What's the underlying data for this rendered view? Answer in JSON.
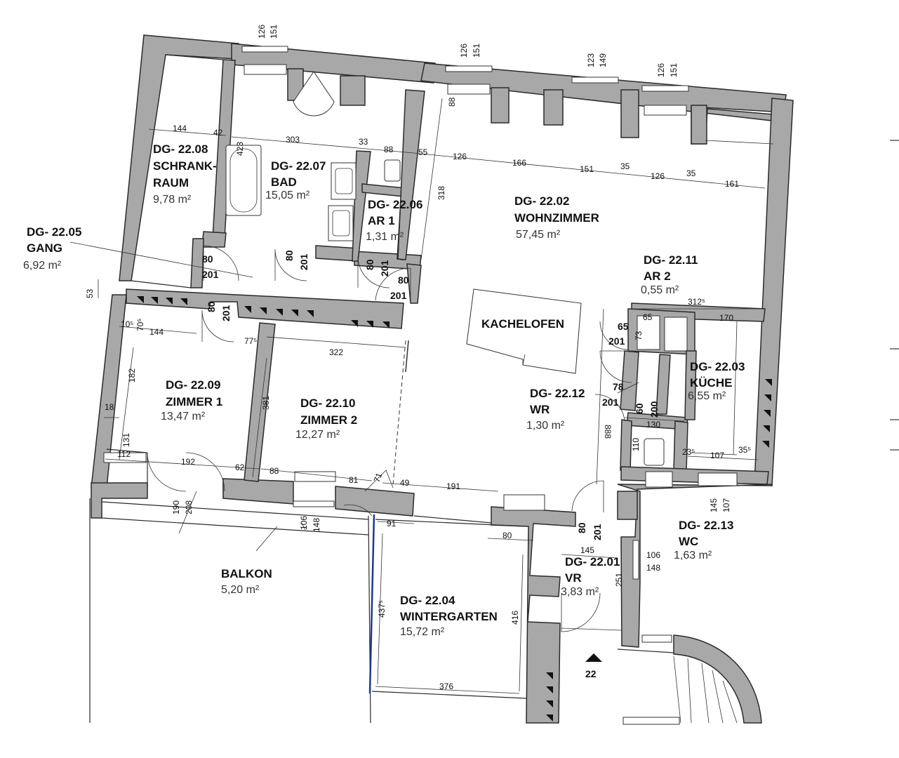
{
  "rooms": [
    {
      "id": "schrankraum",
      "code": "DG- 22.08",
      "name1": "SCHRANK-",
      "name2": "RAUM",
      "area": "9,78 m²"
    },
    {
      "id": "bad",
      "code": "DG- 22.07",
      "name1": "BAD",
      "area": "15,05 m²"
    },
    {
      "id": "ar1",
      "code": "DG- 22.06",
      "name1": "AR 1",
      "area": "1,31 m²"
    },
    {
      "id": "wohnzimmer",
      "code": "DG- 22.02",
      "name1": "WOHNZIMMER",
      "area": "57,45 m²"
    },
    {
      "id": "gang",
      "code": "DG- 22.05",
      "name1": "GANG",
      "area": "6,92 m²"
    },
    {
      "id": "ar2",
      "code": "DG- 22.11",
      "name1": "AR 2",
      "area": "0,55 m²"
    },
    {
      "id": "kueche",
      "code": "DG- 22.03",
      "name1": "KÜCHE",
      "area": "6,55 m²"
    },
    {
      "id": "zimmer1",
      "code": "DG- 22.09",
      "name1": "ZIMMER 1",
      "area": "13,47 m²"
    },
    {
      "id": "zimmer2",
      "code": "DG- 22.10",
      "name1": "ZIMMER 2",
      "area": "12,27 m²"
    },
    {
      "id": "wr",
      "code": "DG- 22.12",
      "name1": "WR",
      "area": "1,30 m²"
    },
    {
      "id": "wc",
      "code": "DG- 22.13",
      "name1": "WC",
      "area": "1,63 m²"
    },
    {
      "id": "vr",
      "code": "DG- 22.01",
      "name1": "VR",
      "area": "3,83 m²"
    },
    {
      "id": "wintergarten",
      "code": "DG- 22.04",
      "name1": "WINTERGARTEN",
      "area": "15,72 m²"
    },
    {
      "id": "balkon",
      "name1": "BALKON",
      "area": "5,20 m²"
    }
  ],
  "kachelofen": "KACHELOFEN",
  "stair_label": "22",
  "dimensions": [
    "126",
    "151",
    "126",
    "151",
    "123",
    "149",
    "126",
    "151",
    "144",
    "42",
    "303",
    "33",
    "88",
    "55",
    "126",
    "166",
    "151",
    "35",
    "126",
    "35",
    "161",
    "423",
    "318",
    "88",
    "80",
    "201",
    "80",
    "201",
    "80",
    "201",
    "80",
    "201",
    "80",
    "201",
    "53",
    "10⁵",
    "70⁵",
    "144",
    "77⁵",
    "322",
    "182",
    "381",
    "18",
    "131",
    "112",
    "192",
    "62",
    "88",
    "81",
    "71",
    "49",
    "191",
    "190",
    "208",
    "106",
    "148",
    "91",
    "80",
    "437⁵",
    "416",
    "376",
    "65",
    "73",
    "65",
    "201",
    "312⁵",
    "170",
    "78",
    "201",
    "60",
    "200",
    "130",
    "110",
    "23⁵",
    "107",
    "35⁵",
    "888",
    "145",
    "107",
    "80",
    "201",
    "145",
    "251",
    "106",
    "148"
  ]
}
